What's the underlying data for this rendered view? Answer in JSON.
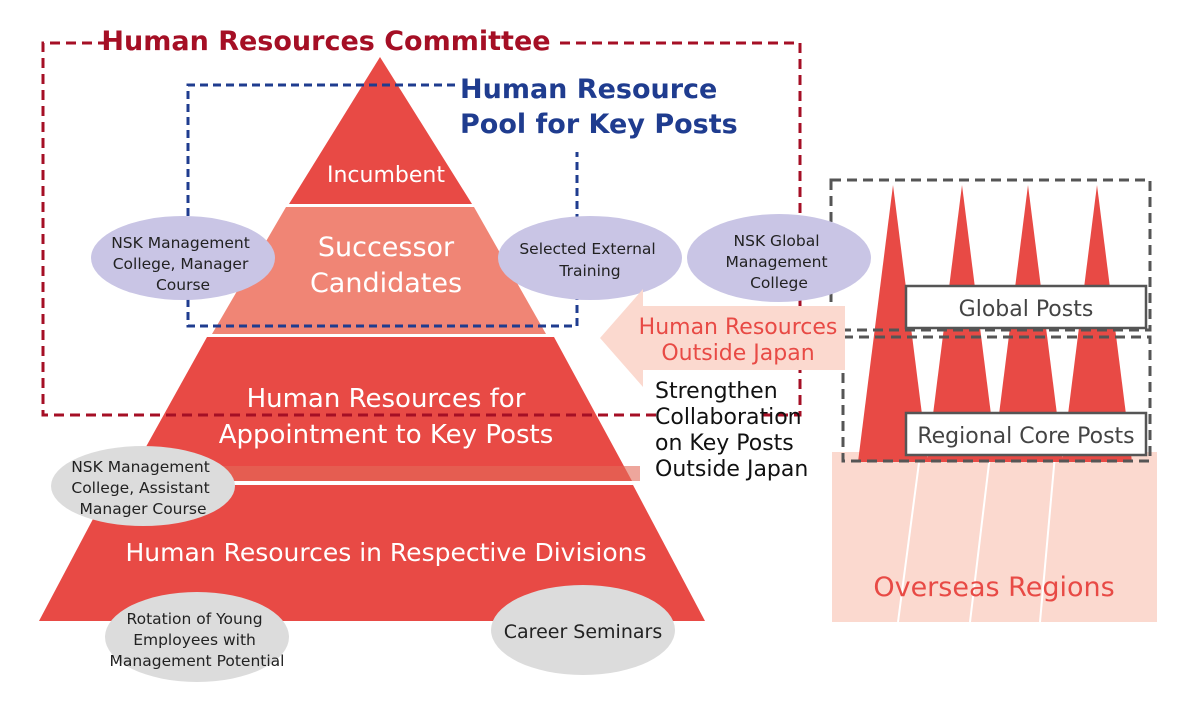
{
  "committee": {
    "title": "Human Resources Committee"
  },
  "key_pool": {
    "line1": "Human Resource",
    "line2": "Pool for Key Posts"
  },
  "pyramid": {
    "incumbent": "Incumbent",
    "successor_line1": "Successor",
    "successor_line2": "Candidates",
    "appointment_line1": "Human Resources for",
    "appointment_line2": "Appointment to Key Posts",
    "divisions": "Human Resources in Respective Divisions"
  },
  "programs": {
    "manager_course": [
      "NSK Management",
      "College, Manager",
      "Course"
    ],
    "external_training": [
      "Selected External",
      "Training"
    ],
    "global_college": [
      "NSK Global",
      "Management",
      "College"
    ],
    "assistant_course": [
      "NSK Management",
      "College, Assistant",
      "Manager Course"
    ],
    "rotation": [
      "Rotation of Young",
      "Employees with",
      "Management Potential"
    ],
    "career_seminars": [
      "Career Seminars"
    ]
  },
  "outside_japan": {
    "line1": "Human Resources",
    "line2": "Outside Japan"
  },
  "collaboration": [
    "Strengthen",
    "Collaboration",
    "on Key Posts",
    "Outside Japan"
  ],
  "overseas": {
    "global_posts": "Global Posts",
    "regional_core_posts": "Regional Core Posts",
    "regions": "Overseas Regions"
  },
  "colors": {
    "red": "#e84a45",
    "salmon": "#f08575",
    "light_pink": "#fbd9cf",
    "committee_dark_red": "#a50f25",
    "pool_navy": "#1f3c8f",
    "lavender": "#c9c5e5",
    "gray_ellipse": "#dcdcdc",
    "dash_gray": "#555555"
  }
}
